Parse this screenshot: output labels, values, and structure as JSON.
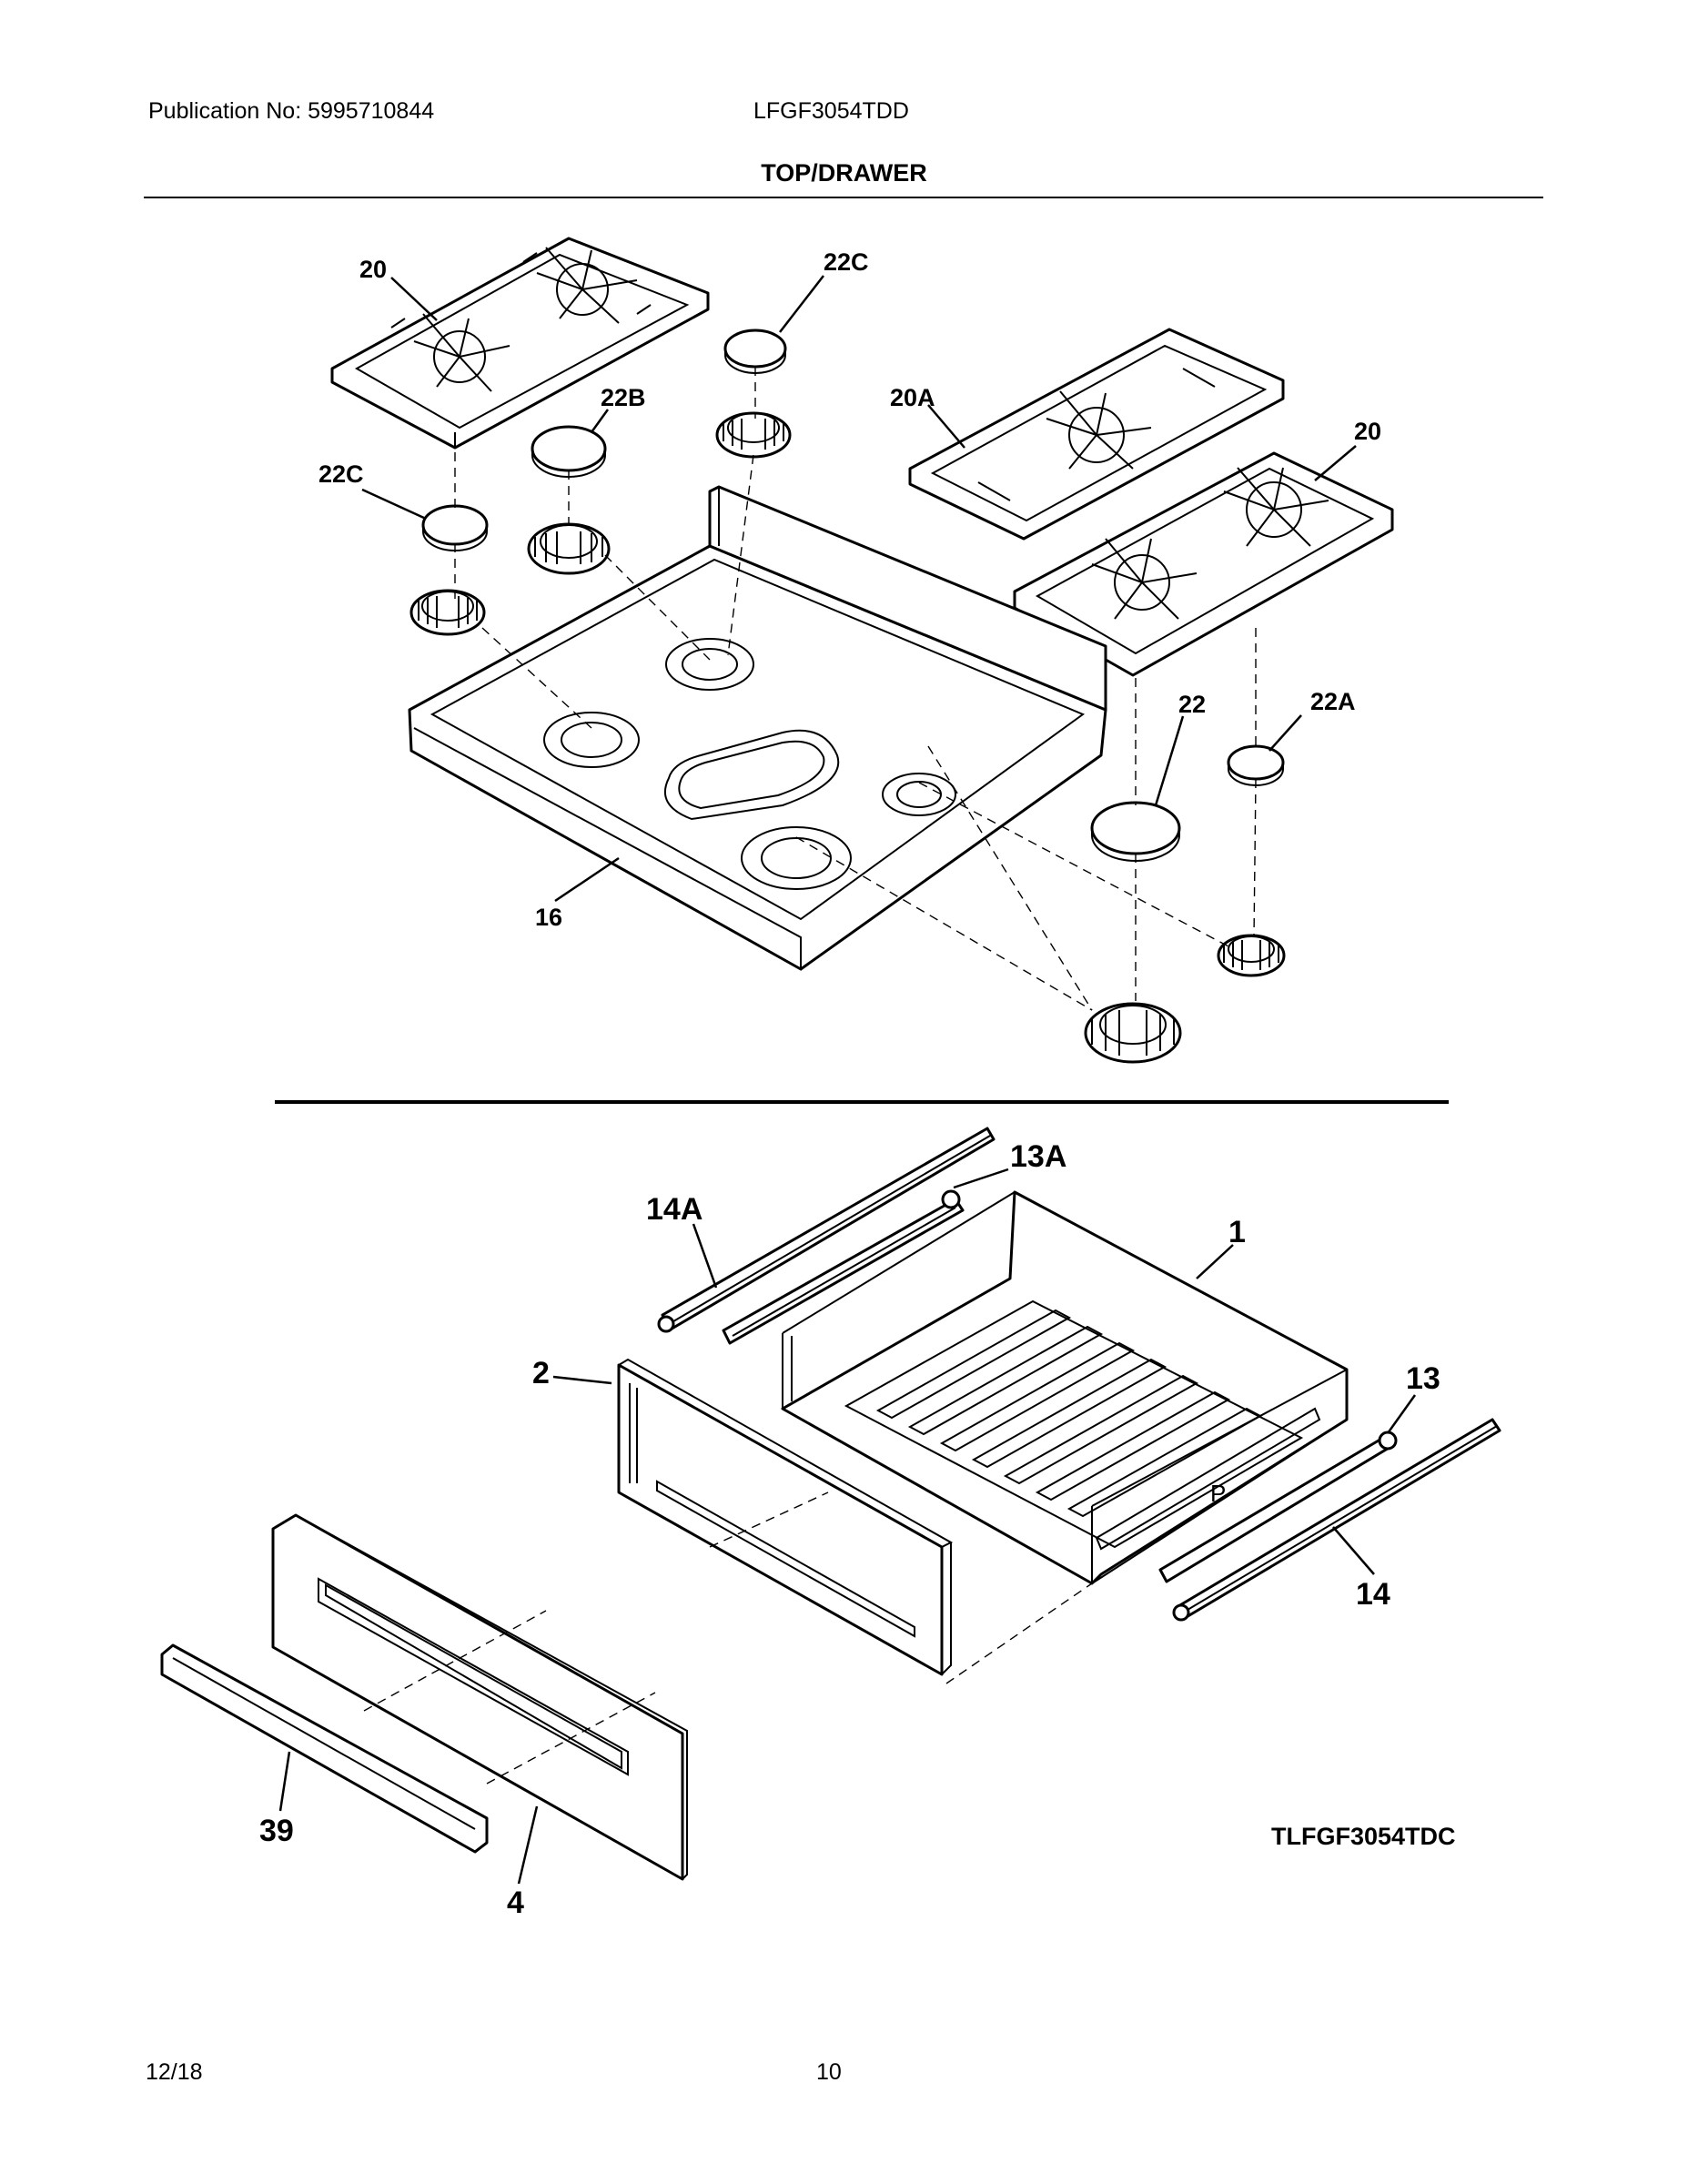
{
  "header": {
    "publication": "Publication No: 5995710844",
    "model": "LFGF3054TDD",
    "section_title": "TOP/DRAWER"
  },
  "callouts": {
    "grate_left": "20",
    "cap_top": "22C",
    "cap_mid": "22B",
    "grate_mid": "20A",
    "grate_right": "20",
    "cap_left": "22C",
    "cap_large": "22",
    "cap_small": "22A",
    "cooktop": "16",
    "glide_left": "14A",
    "bracket_left": "13A",
    "drawer_body": "1",
    "drawer_front": "2",
    "bracket_right": "13",
    "glide_right": "14",
    "drawer_handle": "39",
    "drawer_panel": "4"
  },
  "figure_code": "TLFGF3054TDC",
  "footer": {
    "date": "12/18",
    "page": "10"
  }
}
